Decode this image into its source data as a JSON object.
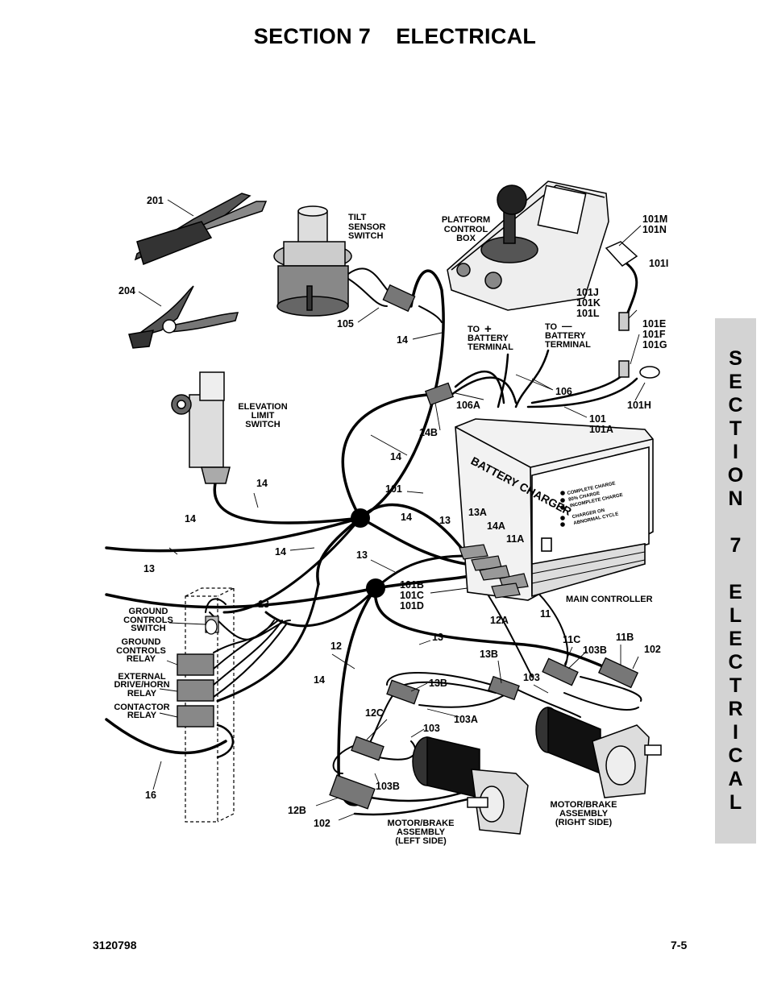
{
  "page_title": "SECTION 7    ELECTRICAL",
  "section_tab": [
    "S",
    "E",
    "C",
    "T",
    "I",
    "O",
    "N",
    "7",
    "E",
    "L",
    "E",
    "C",
    "T",
    "R",
    "I",
    "C",
    "A",
    "L"
  ],
  "footer": {
    "doc_number": "3120798",
    "page_number": "7-5"
  },
  "labels": {
    "l201": "201",
    "l204": "204",
    "tilt1": "TILT",
    "tilt2": "SENSOR",
    "tilt3": "SWITCH",
    "pcb1": "PLATFORM",
    "pcb2": "CONTROL",
    "pcb3": "BOX",
    "l101M": "101M",
    "l101N": "101N",
    "l101I": "101I",
    "l101J": "101J",
    "l101K": "101K",
    "l101L": "101L",
    "l101E": "101E",
    "l101F": "101F",
    "l101G": "101G",
    "l105": "105",
    "l14a": "14",
    "tobatpos1": "TO",
    "plus": "+",
    "tobatpos2": "BATTERY",
    "tobatpos3": "TERMINAL",
    "tobatneg1": "TO",
    "minus": "—",
    "tobatneg2": "BATTERY",
    "tobatneg3": "TERMINAL",
    "l106": "106",
    "l106A": "106A",
    "l101H": "101H",
    "l101": "101",
    "l101A": "101A",
    "elev1": "ELEVATION",
    "elev2": "LIMIT",
    "elev3": "SWITCH",
    "l14B": "14B",
    "l14b": "14",
    "l14c": "14",
    "l14d": "14",
    "l101b": "101",
    "l14e": "14",
    "l13a": "13",
    "l13A": "13A",
    "l14A": "14A",
    "l11A": "11A",
    "l14f": "14",
    "l13b": "13",
    "l13c": "13",
    "l101B": "101B",
    "l101C": "101C",
    "l101D": "101D",
    "main_controller": "MAIN CONTROLLER",
    "gcs1": "GROUND",
    "gcs2": "CONTROLS",
    "gcs3": "SWITCH",
    "l13d": "13",
    "gcr1": "GROUND",
    "gcr2": "CONTROLS",
    "gcr3": "RELAY",
    "ext1": "EXTERNAL",
    "ext2": "DRIVE/HORN",
    "ext3": "RELAY",
    "con1": "CONTACTOR",
    "con2": "RELAY",
    "l12A": "12A",
    "l11": "11",
    "l13e": "13",
    "l12": "12",
    "l11C": "11C",
    "l11B": "11B",
    "l103Ba": "103B",
    "l102a": "102",
    "l13Bt": "13B",
    "l103a": "103",
    "l14g": "14",
    "l13B": "13B",
    "l12C": "12C",
    "l103A": "103A",
    "l103b": "103",
    "l16": "16",
    "l103Bb": "103B",
    "l12B": "12B",
    "l102b": "102",
    "mbr1": "MOTOR/BRAKE",
    "mbr2": "ASSEMBLY",
    "mbr3": "(RIGHT SIDE)",
    "mbl1": "MOTOR/BRAKE",
    "mbl2": "ASSEMBLY",
    "mbl3": "(LEFT SIDE)",
    "charger_name": "BATTERY CHARGER",
    "ch_complete": "COMPLETE CHARGE",
    "ch_80": "80% CHARGE",
    "ch_incomplete": "INCOMPLETE CHARGE",
    "ch_on": "CHARGER ON",
    "ch_abnormal": "ABNORMAL CYCLE"
  }
}
